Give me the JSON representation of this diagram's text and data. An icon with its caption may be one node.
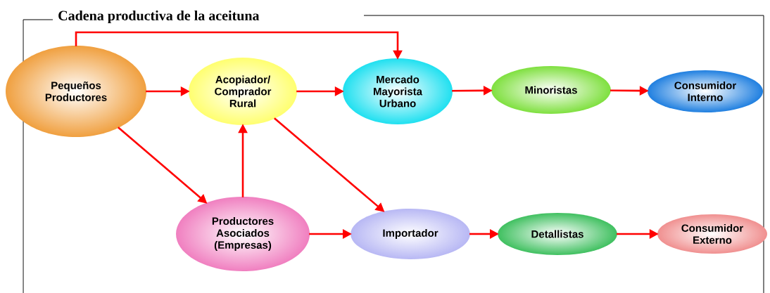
{
  "diagram": {
    "title": "Cadena productiva de la aceituna",
    "nodes": [
      {
        "text": [
          "Pequeños Productores"
        ]
      },
      {
        "text": [
          "Acopiador/ Comprador Rural"
        ]
      },
      {
        "text": [
          "Mercado Mayorista Urbano"
        ]
      },
      {
        "text": [
          "Minoristas"
        ]
      },
      {
        "text": [
          "Consumidor Interno"
        ]
      },
      {
        "text": [
          "Productores Asociados (Empresas)"
        ]
      },
      {
        "text": [
          "Importador"
        ]
      },
      {
        "text": [
          "Detallistas"
        ]
      },
      {
        "text": [
          "Consumidor Externo"
        ]
      }
    ],
    "edges": [
      {
        "from": 0,
        "to": 1,
        "arrow": "to"
      },
      {
        "from": 1,
        "to": 2,
        "arrow": "to"
      },
      {
        "from": 2,
        "to": 3,
        "arrow": "to"
      },
      {
        "from": 3,
        "to": 4,
        "arrow": "to"
      },
      {
        "from": 0,
        "to": 5,
        "arrow": "to"
      },
      {
        "from": 5,
        "to": 1,
        "arrow": "to"
      },
      {
        "from": 1,
        "to": 6,
        "arrow": "to"
      },
      {
        "from": 5,
        "to": 6,
        "arrow": "to"
      },
      {
        "from": 6,
        "to": 7,
        "arrow": "to"
      },
      {
        "from": 7,
        "to": 8,
        "arrow": "to"
      },
      {
        "from": 0,
        "to": 2,
        "arrow": "to"
      }
    ]
  }
}
